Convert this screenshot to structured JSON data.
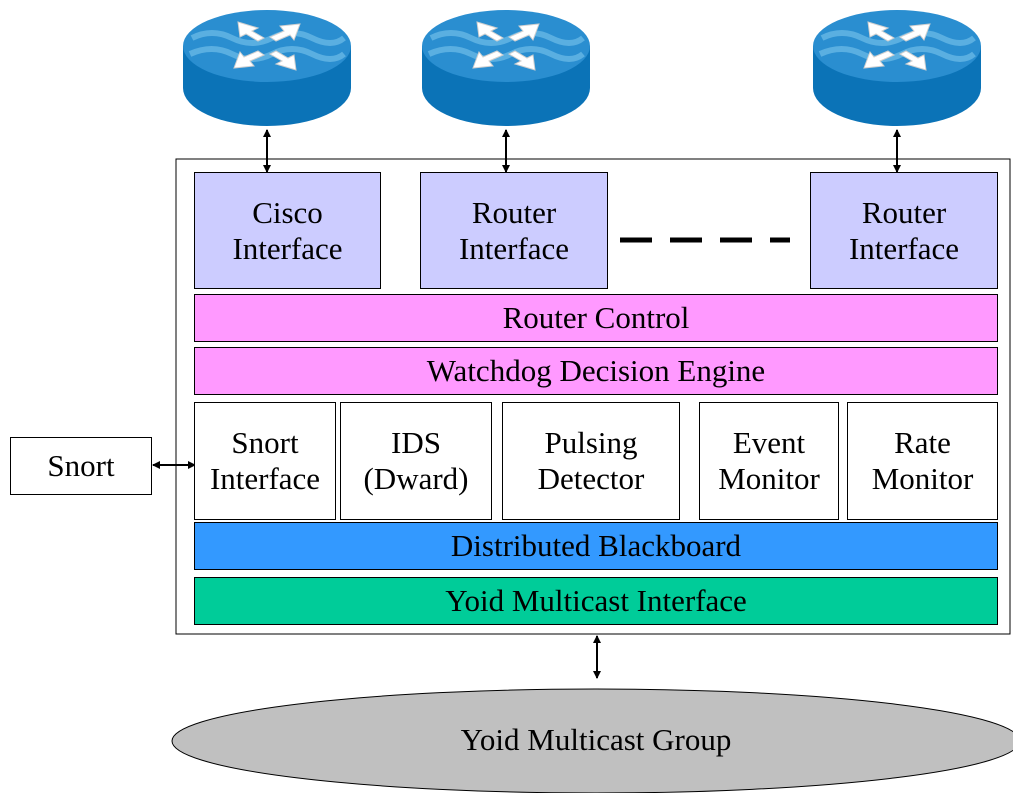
{
  "routers": [
    {
      "icon": "router-icon"
    },
    {
      "icon": "router-icon"
    },
    {
      "icon": "router-icon"
    }
  ],
  "interfaces": [
    {
      "label": "Cisco\nInterface"
    },
    {
      "label": "Router\nInterface"
    },
    {
      "label": "Router\nInterface"
    }
  ],
  "router_control": "Router Control",
  "decision_engine": "Watchdog Decision Engine",
  "modules": [
    {
      "label": "Snort\nInterface"
    },
    {
      "label": "IDS\n(Dward)"
    },
    {
      "label": "Pulsing\nDetector"
    },
    {
      "label": "Event\nMonitor"
    },
    {
      "label": "Rate\nMonitor"
    }
  ],
  "blackboard": "Distributed Blackboard",
  "multicast_interface": "Yoid Multicast Interface",
  "snort": "Snort",
  "multicast_group": "Yoid Multicast Group",
  "colors": {
    "interface_fill": "#ccccff",
    "control_fill": "#ff99ff",
    "blackboard_fill": "#3399ff",
    "multicast_fill": "#00cc99",
    "group_fill": "#c0c0c0",
    "router_top": "#2a8ed0",
    "router_side": "#0b73b7"
  }
}
